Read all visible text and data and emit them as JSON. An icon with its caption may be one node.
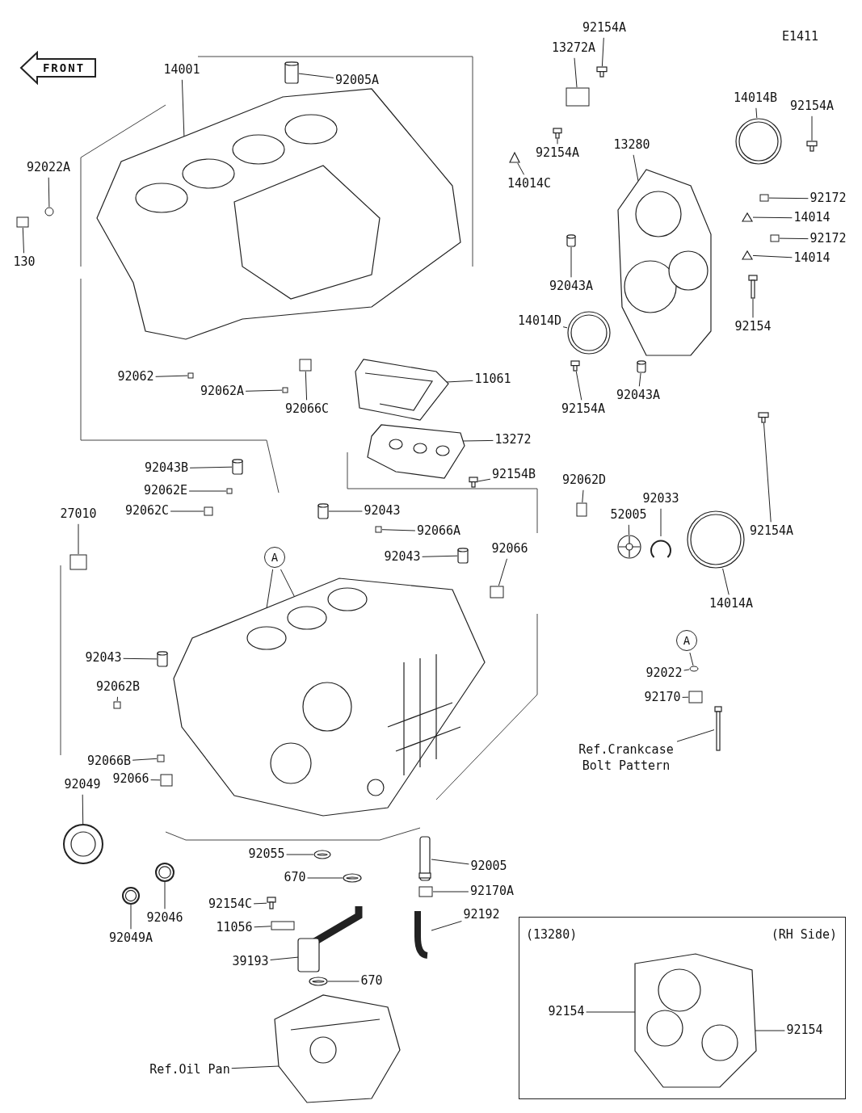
{
  "diagram": {
    "nodes": [
      {
        "text": [
          "14001"
        ]
      },
      {
        "text": [
          "92005A"
        ]
      },
      {
        "text": [
          "13272A"
        ]
      },
      {
        "text": [
          "92154A"
        ]
      },
      {
        "text": [
          "92022A"
        ]
      },
      {
        "text": [
          "130"
        ]
      },
      {
        "text": [
          "92154A"
        ]
      },
      {
        "text": [
          "14014C"
        ]
      },
      {
        "text": [
          "14014B"
        ]
      },
      {
        "text": [
          "92154A"
        ]
      },
      {
        "text": [
          "13280"
        ]
      },
      {
        "text": [
          "92172"
        ]
      },
      {
        "text": [
          "14014"
        ]
      },
      {
        "text": [
          "92172"
        ]
      },
      {
        "text": [
          "14014"
        ]
      },
      {
        "text": [
          "92043A"
        ]
      },
      {
        "text": [
          "92154"
        ]
      },
      {
        "text": [
          "14014D"
        ]
      },
      {
        "text": [
          "92154A"
        ]
      },
      {
        "text": [
          "92043A"
        ]
      },
      {
        "text": [
          "92062"
        ]
      },
      {
        "text": [
          "92062A"
        ]
      },
      {
        "text": [
          "92066C"
        ]
      },
      {
        "text": [
          "11061"
        ]
      },
      {
        "text": [
          "13272"
        ]
      },
      {
        "text": [
          "92154B"
        ]
      },
      {
        "text": [
          "92043B"
        ]
      },
      {
        "text": [
          "92062E"
        ]
      },
      {
        "text": [
          "92062C"
        ]
      },
      {
        "text": [
          "27010"
        ]
      },
      {
        "text": [
          "92043"
        ]
      },
      {
        "text": [
          "92066A"
        ]
      },
      {
        "text": [
          "92043"
        ]
      },
      {
        "text": [
          "92062D"
        ]
      },
      {
        "text": [
          "92066"
        ]
      },
      {
        "text": [
          "52005"
        ]
      },
      {
        "text": [
          "92033"
        ]
      },
      {
        "text": [
          "92154A"
        ]
      },
      {
        "text": [
          "14014A"
        ]
      },
      {
        "text": [
          "A"
        ]
      },
      {
        "text": [
          "92043"
        ]
      },
      {
        "text": [
          "92062B"
        ]
      },
      {
        "text": [
          "A"
        ]
      },
      {
        "text": [
          "92022"
        ]
      },
      {
        "text": [
          "92170"
        ]
      },
      {
        "text": [
          "Ref.Crankcase Bolt Pattern"
        ]
      },
      {
        "text": [
          "92066B"
        ]
      },
      {
        "text": [
          "92066"
        ]
      },
      {
        "text": [
          "92049"
        ]
      },
      {
        "text": [
          "92055"
        ]
      },
      {
        "text": [
          "92005"
        ]
      },
      {
        "text": [
          "670"
        ]
      },
      {
        "text": [
          "92170A"
        ]
      },
      {
        "text": [
          "92154C"
        ]
      },
      {
        "text": [
          "92046"
        ]
      },
      {
        "text": [
          "92192"
        ]
      },
      {
        "text": [
          "11056"
        ]
      },
      {
        "text": [
          "92049A"
        ]
      },
      {
        "text": [
          "39193"
        ]
      },
      {
        "text": [
          "670"
        ]
      },
      {
        "text": [
          "Ref.Oil Pan"
        ]
      },
      {
        "text": [
          "(13280)",
          "(RH Side)"
        ]
      },
      {
        "text": [
          "92154"
        ],
        "in": 61
      },
      {
        "text": [
          "92154"
        ],
        "in": 61
      },
      {
        "text": [
          "FRONT"
        ]
      },
      {
        "text": [],
        "shape": "picture"
      },
      {
        "text": [],
        "shape": "picture"
      },
      {
        "text": [],
        "shape": "box"
      },
      {
        "text": [],
        "shape": "picture"
      },
      {
        "text": [],
        "shape": "circle"
      },
      {
        "text": [],
        "shape": "box"
      },
      {
        "text": [],
        "shape": "picture"
      },
      {
        "text": [],
        "shape": "picture"
      },
      {
        "text": [],
        "shape": "picture"
      },
      {
        "text": [],
        "shape": "picture"
      },
      {
        "text": [],
        "shape": "picture"
      },
      {
        "text": [],
        "shape": "box"
      },
      {
        "text": [],
        "shape": "picture"
      },
      {
        "text": [],
        "shape": "box"
      },
      {
        "text": [],
        "shape": "picture"
      },
      {
        "text": [],
        "shape": "picture"
      },
      {
        "text": [],
        "shape": "picture"
      },
      {
        "text": [],
        "shape": "picture"
      },
      {
        "text": [],
        "shape": "picture"
      },
      {
        "text": [],
        "shape": "picture"
      },
      {
        "text": [],
        "shape": "box"
      },
      {
        "text": [],
        "shape": "box"
      },
      {
        "text": [],
        "shape": "box"
      },
      {
        "text": [],
        "shape": "picture"
      },
      {
        "text": [],
        "shape": "picture"
      },
      {
        "text": [],
        "shape": "picture"
      },
      {
        "text": [],
        "shape": "picture"
      },
      {
        "text": [],
        "shape": "box"
      },
      {
        "text": [],
        "shape": "box"
      },
      {
        "text": [],
        "shape": "box"
      },
      {
        "text": [],
        "shape": "picture"
      },
      {
        "text": [],
        "shape": "box"
      },
      {
        "text": [],
        "shape": "picture"
      },
      {
        "text": [],
        "shape": "box"
      },
      {
        "text": [],
        "shape": "box"
      },
      {
        "text": [],
        "shape": "picture"
      },
      {
        "text": [],
        "shape": "picture"
      },
      {
        "text": [],
        "shape": "picture"
      },
      {
        "text": [],
        "shape": "picture"
      },
      {
        "text": [],
        "shape": "picture"
      },
      {
        "text": [],
        "shape": "picture"
      },
      {
        "text": [],
        "shape": "box"
      },
      {
        "text": [],
        "shape": "circle"
      },
      {
        "text": [],
        "shape": "box"
      },
      {
        "text": [],
        "shape": "picture"
      },
      {
        "text": [],
        "shape": "box"
      },
      {
        "text": [],
        "shape": "box"
      },
      {
        "text": [],
        "shape": "picture"
      },
      {
        "text": [],
        "shape": "picture"
      },
      {
        "text": [],
        "shape": "picture"
      },
      {
        "text": [],
        "shape": "picture"
      },
      {
        "text": [],
        "shape": "box"
      },
      {
        "text": [],
        "shape": "picture"
      },
      {
        "text": [],
        "shape": "picture"
      },
      {
        "text": [],
        "shape": "picture"
      },
      {
        "text": [],
        "shape": "box"
      },
      {
        "text": [],
        "shape": "picture"
      },
      {
        "text": [],
        "shape": "picture"
      },
      {
        "text": [],
        "shape": "picture"
      },
      {
        "text": [],
        "shape": "picture"
      },
      {
        "text": [],
        "shape": "picture",
        "in": 61
      }
    ],
    "edges": [
      {
        "from": 0,
        "to": 65,
        "arrow": "none"
      },
      {
        "from": 1,
        "to": 66,
        "arrow": "none"
      },
      {
        "from": 2,
        "to": 67,
        "arrow": "none"
      },
      {
        "from": 3,
        "to": 68,
        "arrow": "none"
      },
      {
        "from": 4,
        "to": 69,
        "arrow": "none"
      },
      {
        "from": 5,
        "to": 70,
        "arrow": "none"
      },
      {
        "from": 6,
        "to": 71,
        "arrow": "none"
      },
      {
        "from": 7,
        "to": 72,
        "arrow": "none"
      },
      {
        "from": 8,
        "to": 73,
        "arrow": "none"
      },
      {
        "from": 9,
        "to": 74,
        "arrow": "none"
      },
      {
        "from": 10,
        "to": 75,
        "arrow": "none"
      },
      {
        "from": 11,
        "to": 76,
        "arrow": "none"
      },
      {
        "from": 12,
        "to": 77,
        "arrow": "none"
      },
      {
        "from": 13,
        "to": 78,
        "arrow": "none"
      },
      {
        "from": 14,
        "to": 79,
        "arrow": "none"
      },
      {
        "from": 15,
        "to": 80,
        "arrow": "none"
      },
      {
        "from": 16,
        "to": 81,
        "arrow": "none"
      },
      {
        "from": 17,
        "to": 82,
        "arrow": "none"
      },
      {
        "from": 18,
        "to": 83,
        "arrow": "none"
      },
      {
        "from": 19,
        "to": 84,
        "arrow": "none"
      },
      {
        "from": 20,
        "to": 85,
        "arrow": "none"
      },
      {
        "from": 21,
        "to": 86,
        "arrow": "none"
      },
      {
        "from": 22,
        "to": 87,
        "arrow": "none"
      },
      {
        "from": 23,
        "to": 88,
        "arrow": "none"
      },
      {
        "from": 24,
        "to": 89,
        "arrow": "none"
      },
      {
        "from": 25,
        "to": 90,
        "arrow": "none"
      },
      {
        "from": 26,
        "to": 91,
        "arrow": "none"
      },
      {
        "from": 27,
        "to": 92,
        "arrow": "none"
      },
      {
        "from": 28,
        "to": 93,
        "arrow": "none"
      },
      {
        "from": 29,
        "to": 94,
        "arrow": "none"
      },
      {
        "from": 30,
        "to": 95,
        "arrow": "none"
      },
      {
        "from": 31,
        "to": 96,
        "arrow": "none"
      },
      {
        "from": 32,
        "to": 97,
        "arrow": "none"
      },
      {
        "from": 33,
        "to": 98,
        "arrow": "none"
      },
      {
        "from": 34,
        "to": 99,
        "arrow": "none"
      },
      {
        "from": 35,
        "to": 100,
        "arrow": "none"
      },
      {
        "from": 36,
        "to": 101,
        "arrow": "none"
      },
      {
        "from": 37,
        "to": 102,
        "arrow": "none"
      },
      {
        "from": 38,
        "to": 103,
        "arrow": "none"
      },
      {
        "from": 39,
        "to": 104,
        "arrow": "none"
      },
      {
        "from": 39,
        "to": 104,
        "arrow": "none"
      },
      {
        "from": 40,
        "to": 105,
        "arrow": "none"
      },
      {
        "from": 41,
        "to": 106,
        "arrow": "none"
      },
      {
        "from": 42,
        "to": 107,
        "arrow": "none"
      },
      {
        "from": 43,
        "to": 107,
        "arrow": "none"
      },
      {
        "from": 44,
        "to": 108,
        "arrow": "none"
      },
      {
        "from": 45,
        "to": 109,
        "arrow": "none"
      },
      {
        "from": 46,
        "to": 110,
        "arrow": "none"
      },
      {
        "from": 47,
        "to": 111,
        "arrow": "none"
      },
      {
        "from": 48,
        "to": 112,
        "arrow": "none"
      },
      {
        "from": 49,
        "to": 113,
        "arrow": "none"
      },
      {
        "from": 50,
        "to": 114,
        "arrow": "none"
      },
      {
        "from": 51,
        "to": 115,
        "arrow": "none"
      },
      {
        "from": 52,
        "to": 116,
        "arrow": "none"
      },
      {
        "from": 53,
        "to": 117,
        "arrow": "none"
      },
      {
        "from": 54,
        "to": 118,
        "arrow": "none"
      },
      {
        "from": 55,
        "to": 119,
        "arrow": "none"
      },
      {
        "from": 56,
        "to": 120,
        "arrow": "none"
      },
      {
        "from": 57,
        "to": 121,
        "arrow": "none"
      },
      {
        "from": 58,
        "to": 122,
        "arrow": "none"
      },
      {
        "from": 59,
        "to": 123,
        "arrow": "none"
      },
      {
        "from": 60,
        "to": 124,
        "arrow": "none"
      },
      {
        "from": 62,
        "to": 125,
        "arrow": "none"
      },
      {
        "from": 63,
        "to": 125,
        "arrow": "none"
      }
    ],
    "labels": [
      "E1411"
    ]
  }
}
